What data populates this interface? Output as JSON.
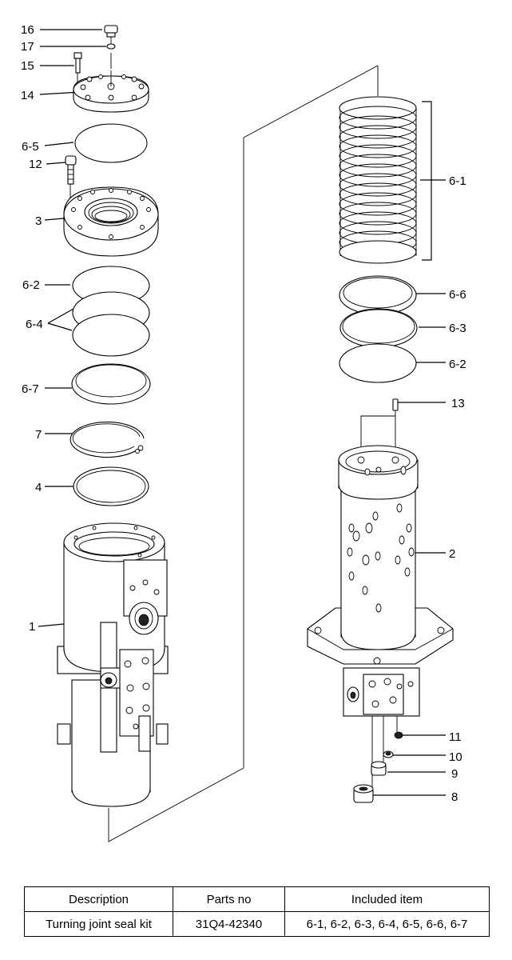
{
  "callouts": {
    "p16": "16",
    "p17": "17",
    "p15": "15",
    "p14": "14",
    "p6_5": "6-5",
    "p12": "12",
    "p3": "3",
    "p6_2_left": "6-2",
    "p6_4": "6-4",
    "p6_7": "6-7",
    "p7": "7",
    "p4": "4",
    "p1": "1",
    "p6_1": "6-1",
    "p6_6": "6-6",
    "p6_3": "6-3",
    "p6_2_right": "6-2",
    "p13": "13",
    "p2": "2",
    "p11": "11",
    "p10": "10",
    "p9": "9",
    "p8": "8"
  },
  "table": {
    "headers": [
      "Description",
      "Parts no",
      "Included item"
    ],
    "rows": [
      [
        "Turning joint seal kit",
        "31Q4-42340",
        "6-1, 6-2, 6-3, 6-4, 6-5, 6-6, 6-7"
      ]
    ]
  }
}
